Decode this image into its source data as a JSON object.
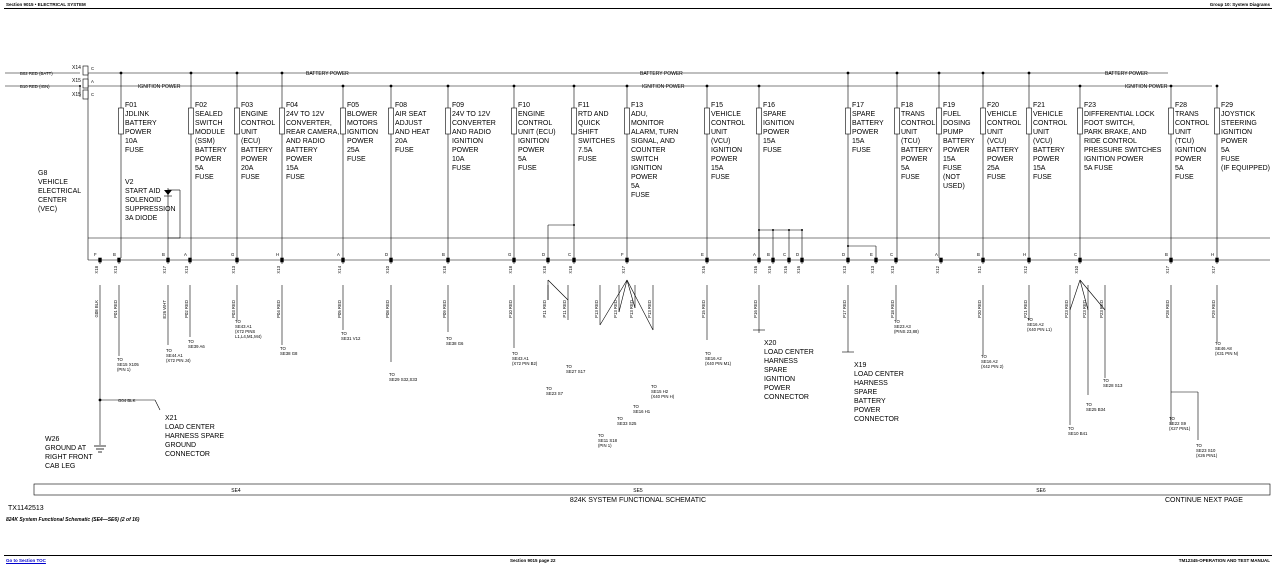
{
  "header": {
    "left": "Section 9015 • ELECTRICAL SYSTEM",
    "right": "Group 10: System Diagrams"
  },
  "supply_labels": {
    "b02": "B02 RED (BATT)",
    "b10": "B10 RED (IGN)",
    "x14": "X14",
    "x15a": "X15",
    "x15b": "X15",
    "pin_c1": "C",
    "pin_a": "A",
    "pin_c2": "C",
    "battery_power": "BATTERY POWER",
    "ignition_power": "IGNITION POWER"
  },
  "vec": {
    "lines": [
      "G8",
      "VEHICLE",
      "ELECTRICAL",
      "CENTER",
      "(VEC)"
    ]
  },
  "diode": {
    "lines": [
      "V2",
      "START AID",
      "SOLENOID",
      "SUPPRESSION",
      "3A DIODE"
    ]
  },
  "fuses": [
    {
      "id": "F01",
      "lines": [
        "JDLINK",
        "BATTERY",
        "POWER",
        "10A",
        "FUSE"
      ]
    },
    {
      "id": "F02",
      "lines": [
        "SEALED",
        "SWITCH",
        "MODULE",
        "(SSM)",
        "BATTERY",
        "POWER",
        "5A",
        "FUSE"
      ]
    },
    {
      "id": "F03",
      "lines": [
        "ENGINE",
        "CONTROL",
        "UNIT",
        "(ECU)",
        "BATTERY",
        "POWER",
        "20A",
        "FUSE"
      ]
    },
    {
      "id": "F04",
      "lines": [
        "24V TO 12V",
        "CONVERTER,",
        "REAR CAMERA,",
        "AND RADIO",
        "BATTERY",
        "POWER",
        "15A",
        "FUSE"
      ]
    },
    {
      "id": "F05",
      "lines": [
        "BLOWER",
        "MOTORS",
        "IGNITION",
        "POWER",
        "25A",
        "FUSE"
      ]
    },
    {
      "id": "F08",
      "lines": [
        "AIR SEAT",
        "ADJUST",
        "AND HEAT",
        "20A",
        "FUSE"
      ]
    },
    {
      "id": "F09",
      "lines": [
        "24V TO 12V",
        "CONVERTER",
        "AND RADIO",
        "IGNITION",
        "POWER",
        "10A",
        "FUSE"
      ]
    },
    {
      "id": "F10",
      "lines": [
        "ENGINE",
        "CONTROL",
        "UNIT (ECU)",
        "IGNITION",
        "POWER",
        "5A",
        "FUSE"
      ]
    },
    {
      "id": "F11",
      "lines": [
        "RTD AND",
        "QUICK",
        "SHIFT",
        "SWITCHES",
        "7.5A",
        "FUSE"
      ]
    },
    {
      "id": "F13",
      "lines": [
        "ADU,",
        "MONITOR",
        "ALARM, TURN",
        "SIGNAL, AND",
        "COUNTER",
        "SWITCH",
        "IGNITION",
        "POWER",
        "5A",
        "FUSE"
      ]
    },
    {
      "id": "F15",
      "lines": [
        "VEHICLE",
        "CONTROL",
        "UNIT",
        "(VCU)",
        "IGNITION",
        "POWER",
        "15A",
        "FUSE"
      ]
    },
    {
      "id": "F16",
      "lines": [
        "SPARE",
        "IGNITION",
        "POWER",
        "15A",
        "FUSE"
      ]
    },
    {
      "id": "F17",
      "lines": [
        "SPARE",
        "BATTERY",
        "POWER",
        "15A",
        "FUSE"
      ]
    },
    {
      "id": "F18",
      "lines": [
        "TRANS",
        "CONTROL",
        "UNIT",
        "(TCU)",
        "BATTERY",
        "POWER",
        "5A",
        "FUSE"
      ]
    },
    {
      "id": "F19",
      "lines": [
        "FUEL",
        "DOSING",
        "PUMP",
        "BATTERY",
        "POWER",
        "15A",
        "FUSE",
        "(NOT",
        "USED)"
      ]
    },
    {
      "id": "F20",
      "lines": [
        "VEHICLE",
        "CONTROL",
        "UNIT",
        "(VCU)",
        "BATTERY",
        "POWER",
        "25A",
        "FUSE"
      ]
    },
    {
      "id": "F21",
      "lines": [
        "VEHICLE",
        "CONTROL",
        "UNIT",
        "(VCU)",
        "BATTERY",
        "POWER",
        "15A",
        "FUSE"
      ]
    },
    {
      "id": "F23",
      "lines": [
        "DIFFERENTIAL LOCK",
        "FOOT SWITCH,",
        "PARK BRAKE, AND",
        "RIDE CONTROL",
        "PRESSURE SWITCHES",
        "IGNITION POWER",
        "5A FUSE"
      ]
    },
    {
      "id": "F28",
      "lines": [
        "TRANS",
        "CONTROL",
        "UNIT",
        "(TCU)",
        "IGNITION",
        "POWER",
        "5A",
        "FUSE"
      ]
    },
    {
      "id": "F29",
      "lines": [
        "JOYSTICK",
        "STEERING",
        "IGNITION",
        "POWER",
        "5A",
        "FUSE",
        "(IF EQUIPPED)"
      ]
    }
  ],
  "pins": [
    "F",
    "B",
    "B",
    "A",
    "G",
    "H",
    "A",
    "D",
    "B",
    "G",
    "D",
    "C",
    "F",
    "E",
    "A",
    "B",
    "C",
    "D",
    "D",
    "E",
    "C",
    "A",
    "B",
    "H",
    "C",
    "B",
    "H"
  ],
  "connectors": [
    "X18",
    "X13",
    "X17",
    "X13",
    "X13",
    "X13",
    "X14",
    "X10",
    "X18",
    "X18",
    "X18",
    "X18",
    "X17",
    "X16",
    "X16",
    "X16",
    "X16",
    "X16",
    "X13",
    "X13",
    "X13",
    "X12",
    "X11",
    "X12",
    "X10",
    "X17",
    "X17"
  ],
  "wires": [
    "G08 BLK",
    "P01 RED",
    "E26 WHT",
    "P02 RED",
    "P03 RED",
    "P04 RED",
    "P05 RED",
    "P08 RED",
    "P09 RED",
    "P10 RED",
    "P11 RED",
    "P11 RED",
    "P13 RED",
    "P13 RED",
    "P13 RED",
    "P13 RED",
    "P15 RED",
    "P16 RED",
    "P17 RED",
    "P18 RED",
    "P20 RED",
    "P21 RED",
    "P23 RED",
    "P23 RED",
    "P23 RED",
    "P28 RED",
    "P29 RED"
  ],
  "g04_wire": "G04 BLK",
  "destinations": [
    {
      "lines": [
        "TO",
        "SE15 X105",
        "(PIN 1)"
      ]
    },
    {
      "lines": [
        "TO",
        "SE44 A1",
        "(X72 PIN J4)"
      ]
    },
    {
      "lines": [
        "TO",
        "SE39 A6"
      ]
    },
    {
      "lines": [
        "TO",
        "SE43 A1",
        "(X72 PINS",
        "L1,L4,M1,M4)"
      ]
    },
    {
      "lines": [
        "TO",
        "SE38 G8"
      ]
    },
    {
      "lines": [
        "TO",
        "SE31 V12"
      ]
    },
    {
      "lines": [
        "TO",
        "SE29 S32,S33"
      ]
    },
    {
      "lines": [
        "TO",
        "SE38 G6"
      ]
    },
    {
      "lines": [
        "TO",
        "SE43 A1",
        "(X72 PIN B2)"
      ]
    },
    {
      "lines": [
        "TO",
        "SE23 S7"
      ]
    },
    {
      "lines": [
        "TO",
        "SE27 S17"
      ]
    },
    {
      "lines": [
        "TO",
        "SE11 S18",
        "(PIN 1)"
      ]
    },
    {
      "lines": [
        "TO",
        "SE33 S25"
      ]
    },
    {
      "lines": [
        "TO",
        "SE16 H1"
      ]
    },
    {
      "lines": [
        "TO",
        "SE15 H2",
        "(X40 PIN H)"
      ]
    },
    {
      "lines": [
        "TO",
        "SE16 A2",
        "(X40 PIN M1)"
      ]
    },
    {
      "lines": [
        "TO",
        "SE23 A3",
        "(PINS 23,88)"
      ]
    },
    {
      "lines": [
        "TO",
        "SE16 A2",
        "(X42 PIN 2)"
      ]
    },
    {
      "lines": [
        "TO",
        "SE16 A2",
        "(X40 PIN L1)"
      ]
    },
    {
      "lines": [
        "TO",
        "SE10 B41"
      ]
    },
    {
      "lines": [
        "TO",
        "SE25 B34"
      ]
    },
    {
      "lines": [
        "TO",
        "SE28 S13"
      ]
    },
    {
      "lines": [
        "TO",
        "SE22 S9",
        "(X27 PIN1)"
      ]
    },
    {
      "lines": [
        "TO",
        "SE23 S10",
        "(X26 PIN1)"
      ]
    },
    {
      "lines": [
        "TO",
        "SE46 A8",
        "(X31 PIN N)"
      ]
    }
  ],
  "x20": {
    "lines": [
      "X20",
      "LOAD CENTER",
      "HARNESS",
      "SPARE",
      "IGNITION",
      "POWER",
      "CONNECTOR"
    ]
  },
  "x19": {
    "lines": [
      "X19",
      "LOAD CENTER",
      "HARNESS",
      "SPARE",
      "BATTERY",
      "POWER",
      "CONNECTOR"
    ]
  },
  "x21": {
    "lines": [
      "X21",
      "LOAD CENTER",
      "HARNESS SPARE",
      "GROUND",
      "CONNECTOR"
    ]
  },
  "w26": {
    "lines": [
      "W26",
      "GROUND AT",
      "RIGHT FRONT",
      "CAB LEG"
    ]
  },
  "sections": [
    "SE4",
    "SE5",
    "SE6"
  ],
  "schematic_title": "824K SYSTEM FUNCTIONAL SCHEMATIC",
  "continue_text": "CONTINUE NEXT PAGE",
  "figure_id": "TX1142513",
  "caption": "824K System Functional Schematic (SE4—SE6) (2 of 16)",
  "footer": {
    "left": "Go to Section TOC",
    "center": "Section 9015 page 22",
    "right": "TM12345-OPERATION AND TEST MANUAL"
  }
}
